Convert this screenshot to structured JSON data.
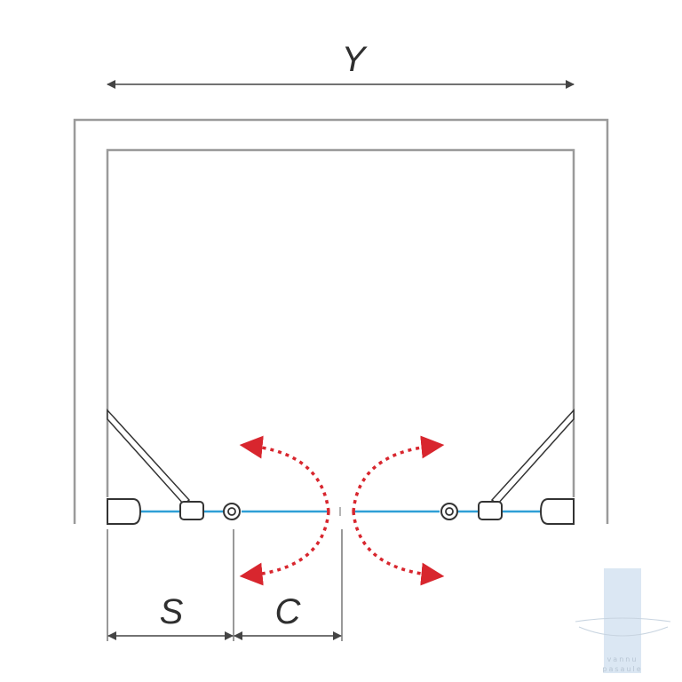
{
  "dimensions": {
    "width_label": "Y",
    "side_label": "S",
    "entry_label": "C"
  },
  "watermark": {
    "line1": "vannu",
    "line2": "pasaule"
  },
  "colors": {
    "frame": "#9a9a9a",
    "outline": "#333333",
    "glass": "#2e9fd6",
    "arrow": "#d8262e",
    "dimension": "#444444",
    "watermark": "#dbe7f3"
  },
  "icons": {
    "hinge": "rounded-rect-hinge",
    "knob": "round-knob",
    "swing": "dotted-red-swing-arrow"
  }
}
